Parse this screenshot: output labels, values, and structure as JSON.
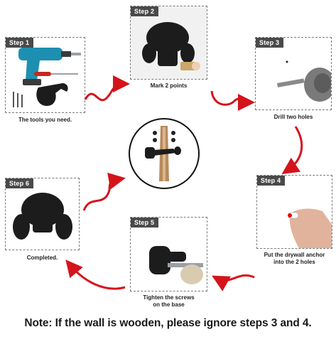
{
  "steps": [
    {
      "tag": "Step 1",
      "caption": "The tools you need."
    },
    {
      "tag": "Step 2",
      "caption": "Mark 2 points"
    },
    {
      "tag": "Step 3",
      "caption": "Drill two holes"
    },
    {
      "tag": "Step 4",
      "caption_line1": "Put the drywall anchor",
      "caption_line2": "into the 2 holes"
    },
    {
      "tag": "Step 5",
      "caption_line1": "Tighten the screws",
      "caption_line2": "on the base"
    },
    {
      "tag": "Step 6",
      "caption": "Completed."
    }
  ],
  "note": "Note: If the wall is wooden, please ignore steps 3 and 4.",
  "colors": {
    "arrow": "#d4141b",
    "tag_bg": "#4a4a4a",
    "hook": "#1c1c1c"
  },
  "icons": [
    "drill-icon",
    "screwdriver-icon",
    "hanger-icon",
    "guitar-icon"
  ]
}
